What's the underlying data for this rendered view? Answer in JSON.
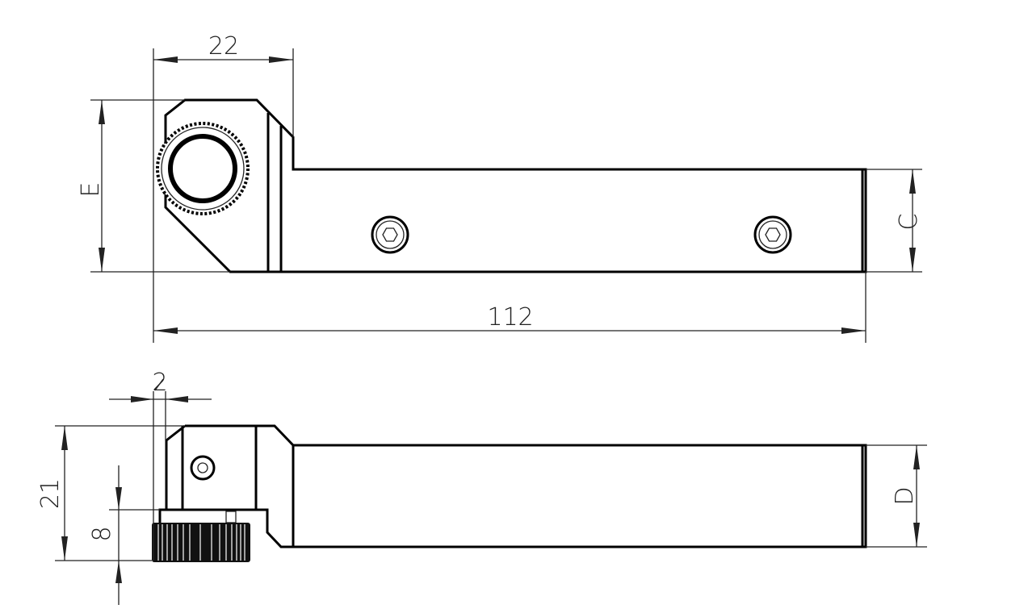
{
  "top_view": {
    "dim_width_head": "22",
    "dim_height_head": "E",
    "dim_shank_height": "C",
    "dim_total_length": "112"
  },
  "side_view": {
    "dim_offset": "2",
    "dim_total_height": "21",
    "dim_wheel_height": "8",
    "dim_shank_height": "D"
  }
}
